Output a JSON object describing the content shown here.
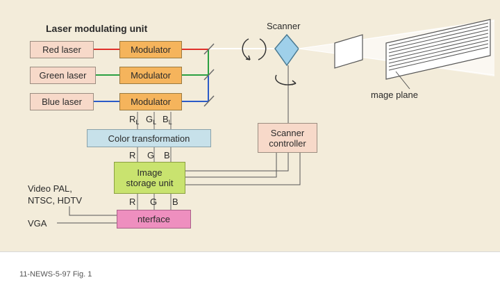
{
  "title": "Laser modulating unit",
  "sources": [
    "Red laser",
    "Green laser",
    "Blue laser"
  ],
  "modulator_label": "Modulator",
  "modulated_signals": [
    {
      "letter": "R",
      "sub": "L"
    },
    {
      "letter": "G",
      "sub": "L"
    },
    {
      "letter": "B",
      "sub": "L"
    }
  ],
  "color_transformation": "Color transformation",
  "rgb_labels": [
    "R",
    "G",
    "B"
  ],
  "image_storage": [
    "Image",
    "storage unit"
  ],
  "input_labels": [
    "R",
    "G",
    "B"
  ],
  "interface": "nterface",
  "video_inputs": [
    "Video PAL,",
    "NTSC, HDTV"
  ],
  "vga_input": "VGA",
  "scanner": "Scanner",
  "scanner_controller": [
    "Scanner",
    "controller"
  ],
  "image_plane": "mage plane",
  "caption": "11-NEWS-5-97 Fig. 1",
  "colors": {
    "background": "#f3ecda",
    "red_beam": "#e0302a",
    "green_beam": "#2aa040",
    "blue_beam": "#2a5ac8",
    "modulator": "#f5b45c",
    "laser_box": "#f7d9c9",
    "color_transformation": "#c7e1ea",
    "image_storage": "#c9e36f",
    "interface": "#ee8fbf",
    "scanner_mirror": "#9fd0ea"
  }
}
